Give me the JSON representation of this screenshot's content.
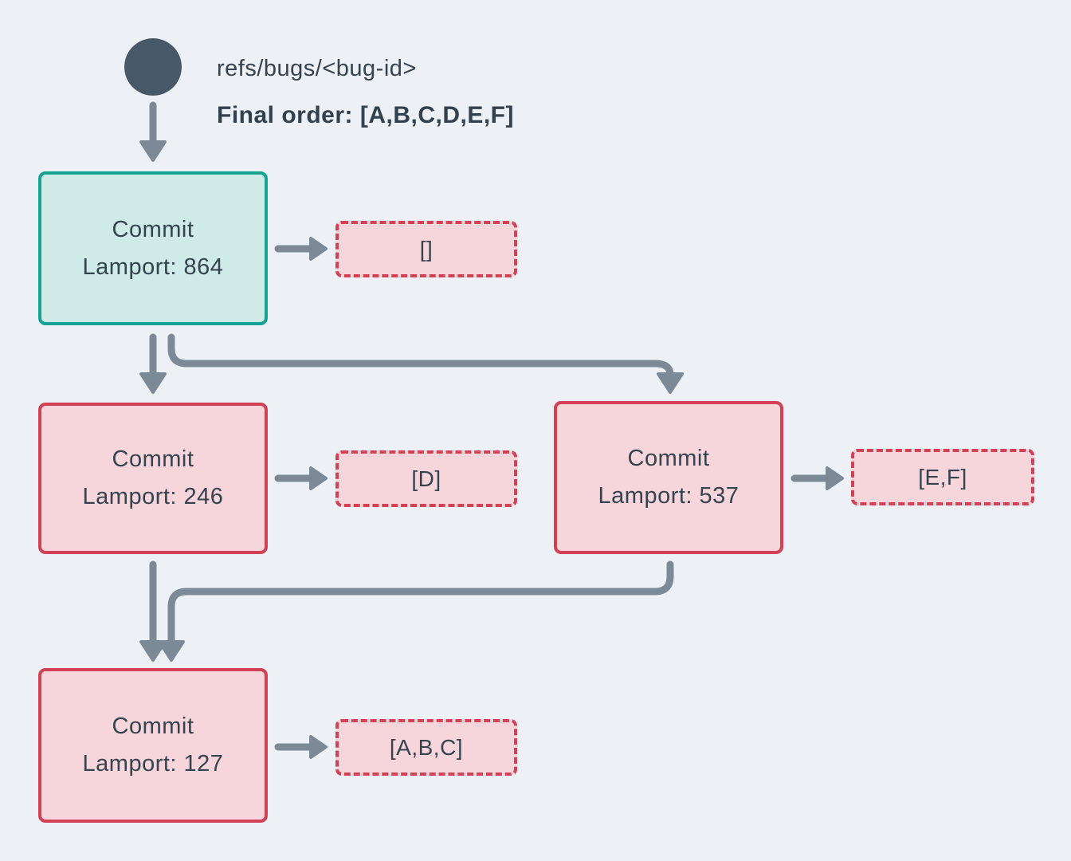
{
  "header": {
    "ref": "refs/bugs/<bug-id>",
    "final_order": "Final order: [A,B,C,D,E,F]"
  },
  "nodes": {
    "root": {
      "title": "Commit",
      "lamport": "Lamport: 864",
      "payload": "[]"
    },
    "left": {
      "title": "Commit",
      "lamport": "Lamport: 246",
      "payload": "[D]"
    },
    "right": {
      "title": "Commit",
      "lamport": "Lamport: 537",
      "payload": "[E,F]"
    },
    "merge": {
      "title": "Commit",
      "lamport": "Lamport: 127",
      "payload": "[A,B,C]"
    }
  },
  "colors": {
    "bg": "#edf1f5",
    "slate": "#475869",
    "text": "#35424f",
    "arrow": "#7c8a98",
    "teal_border": "#16a394",
    "teal_fill": "#cfebe7",
    "red_border": "#d24156",
    "pink_fill": "#f7d6db"
  }
}
